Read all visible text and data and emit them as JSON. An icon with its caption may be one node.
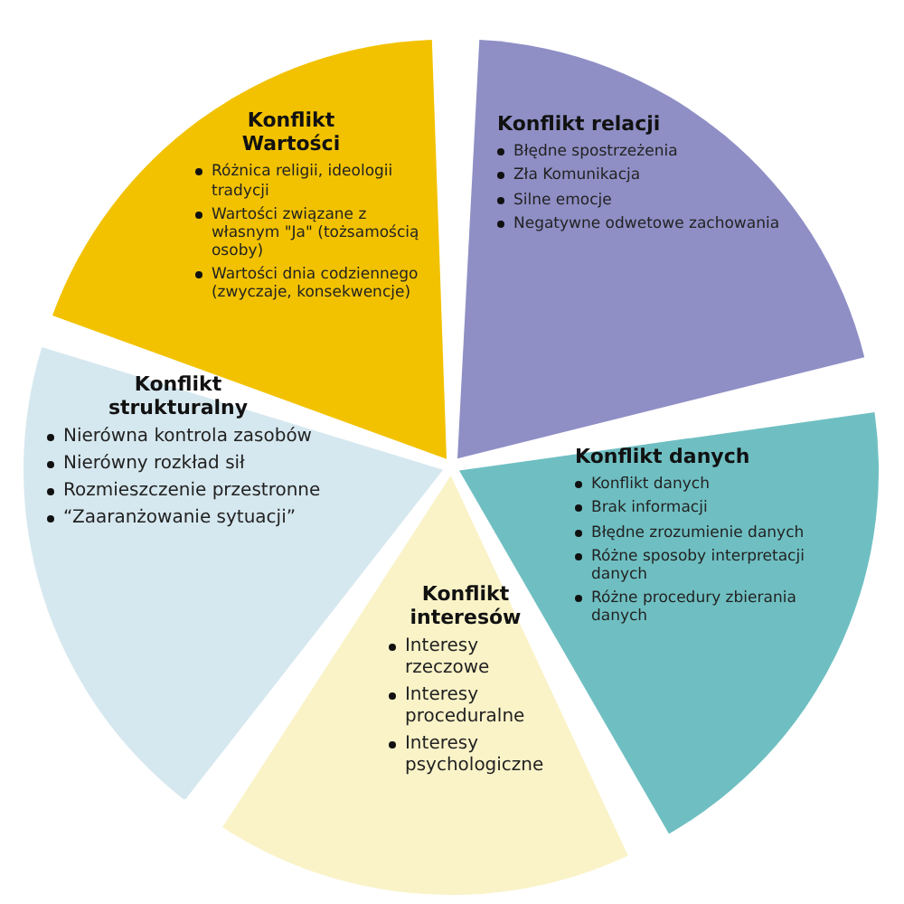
{
  "diagram": {
    "nodes": [
      {
        "text": [
          "Konflikt Wartości",
          "Różnica religii, ideologii tradycji",
          "Wartości związane z własnym \"Ja\" (tożsamością osoby)",
          "Wartości dnia codziennego (zwyczaje, konsekwencje)"
        ]
      },
      {
        "text": [
          "Konflikt relacji",
          "Błędne spostrzeżenia",
          "Zła Komunikacja",
          "Silne emocje",
          "Negatywne odwetowe zachowania"
        ]
      },
      {
        "text": [
          "Konflikt strukturalny",
          "Nierówna kontrola zasobów",
          "Nierówny rozkład sił",
          "Rozmieszczenie przestronne",
          "“Zaaranżowanie sytuacji”"
        ]
      },
      {
        "text": [
          "Konflikt danych",
          "Konflikt danych",
          "Brak informacji",
          "Błędne zrozumienie danych",
          "Różne sposoby interpretacji danych",
          "Różne procedury zbierania danych"
        ]
      },
      {
        "text": [
          "Konflikt interesów",
          "Interesy rzeczowe",
          "Interesy proceduralne",
          "Interesy psychologiczne"
        ]
      }
    ]
  }
}
